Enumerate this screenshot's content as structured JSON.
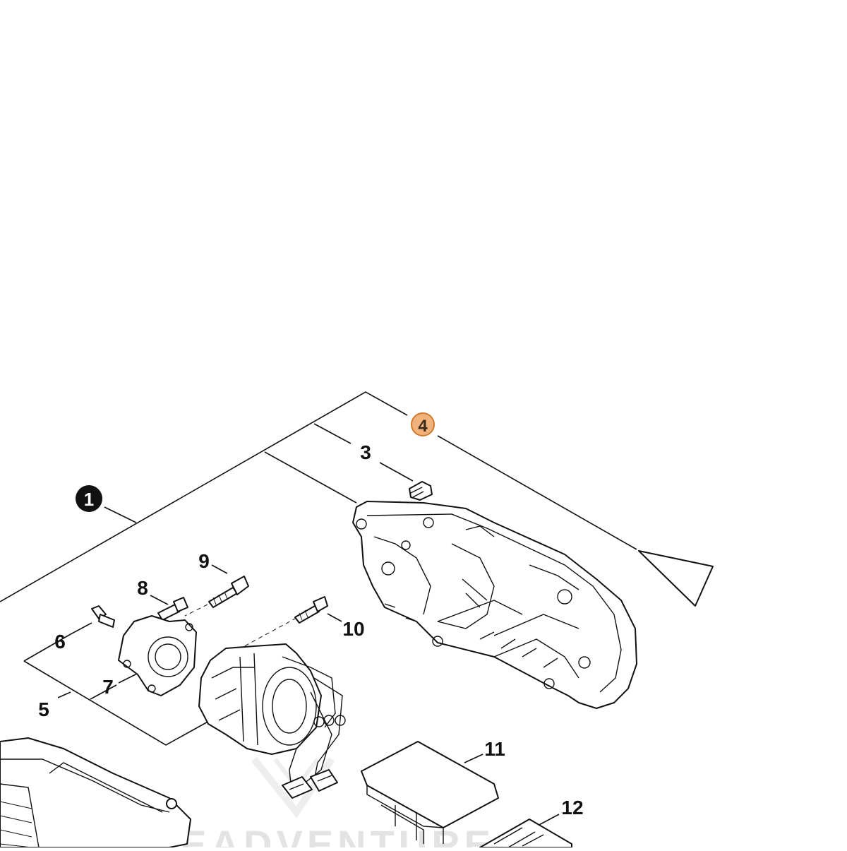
{
  "callouts": {
    "c1": "1",
    "c3": "3",
    "c4": "4",
    "c5": "5",
    "c6": "6",
    "c7": "7",
    "c8": "8",
    "c9": "9",
    "c10": "10",
    "c11": "11",
    "c12": "12"
  },
  "colors": {
    "highlight_fill": "#f2b27c",
    "highlight_stroke": "#d07a2a",
    "line": "#111111",
    "watermark": "#d9d9d9"
  },
  "watermark": "LEADVENTURE"
}
